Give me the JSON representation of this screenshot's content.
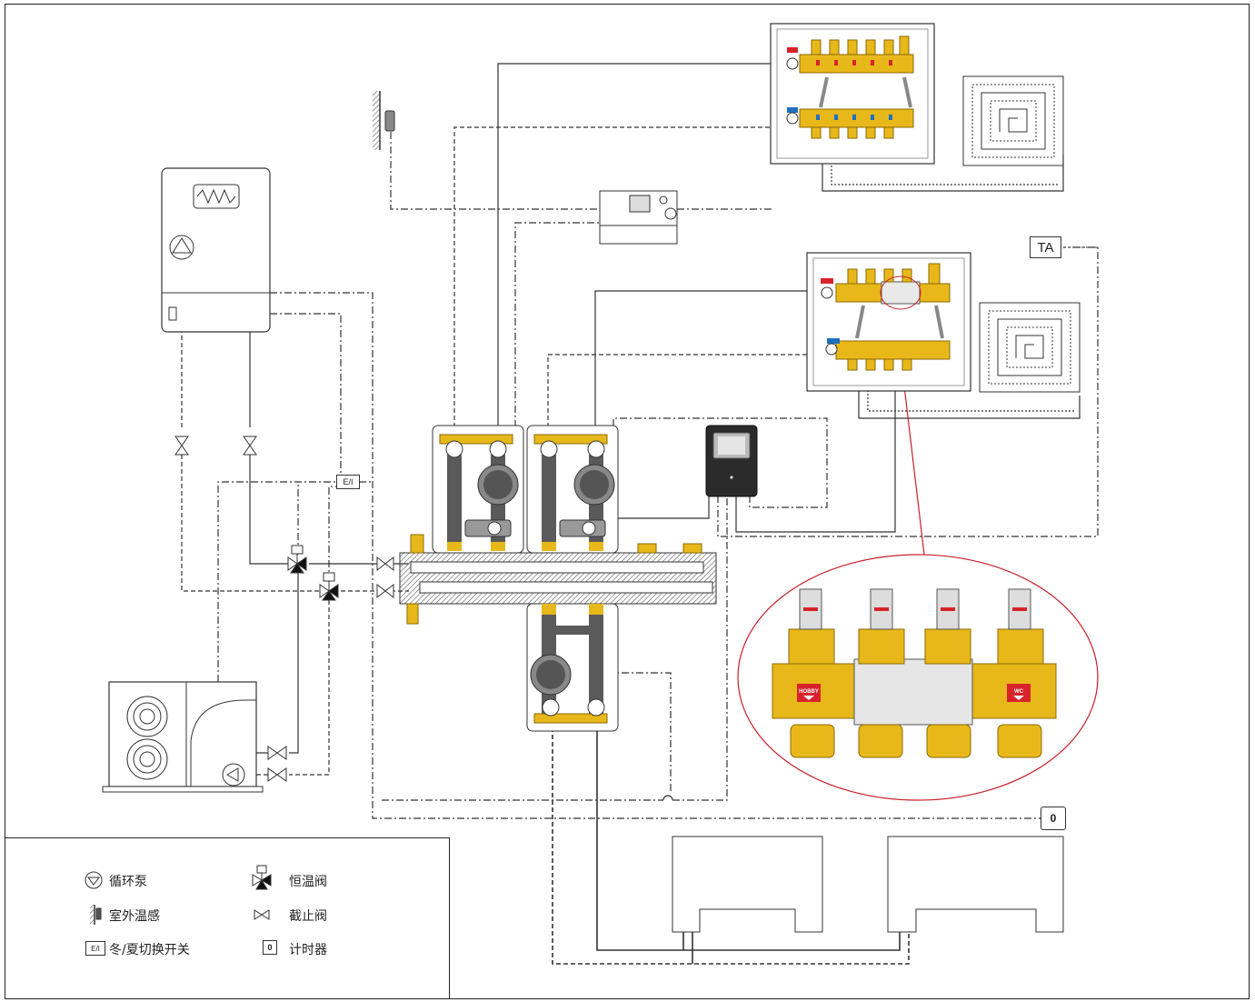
{
  "labels": {
    "ta": "TA",
    "winter_summer_switch": "E/I",
    "timer": "0",
    "manifold_hobby": "HOBBY",
    "manifold_wc": "WC"
  },
  "legend": {
    "items": [
      {
        "symbol": "pump-icon",
        "text": "循环泵"
      },
      {
        "symbol": "thermostatic-valve-icon",
        "text": "恒温阀"
      },
      {
        "symbol": "outdoor-sensor-icon",
        "text": "室外温感"
      },
      {
        "symbol": "stop-valve-icon",
        "text": "截止阀"
      },
      {
        "symbol": "switch-icon",
        "symbol_text": "E/I",
        "text": "冬/夏切换开关"
      },
      {
        "symbol": "timer-icon",
        "symbol_text": "0",
        "text": "计时器"
      }
    ]
  },
  "colors": {
    "brass": "#e8b81a",
    "brass_dark": "#b88a0a",
    "pipe_dark": "#5a5a5a",
    "controller": "#2b2b2b",
    "red_handle": "#d8232a",
    "blue_handle": "#1f6fc0",
    "zoom_circle": "#c8202a"
  }
}
